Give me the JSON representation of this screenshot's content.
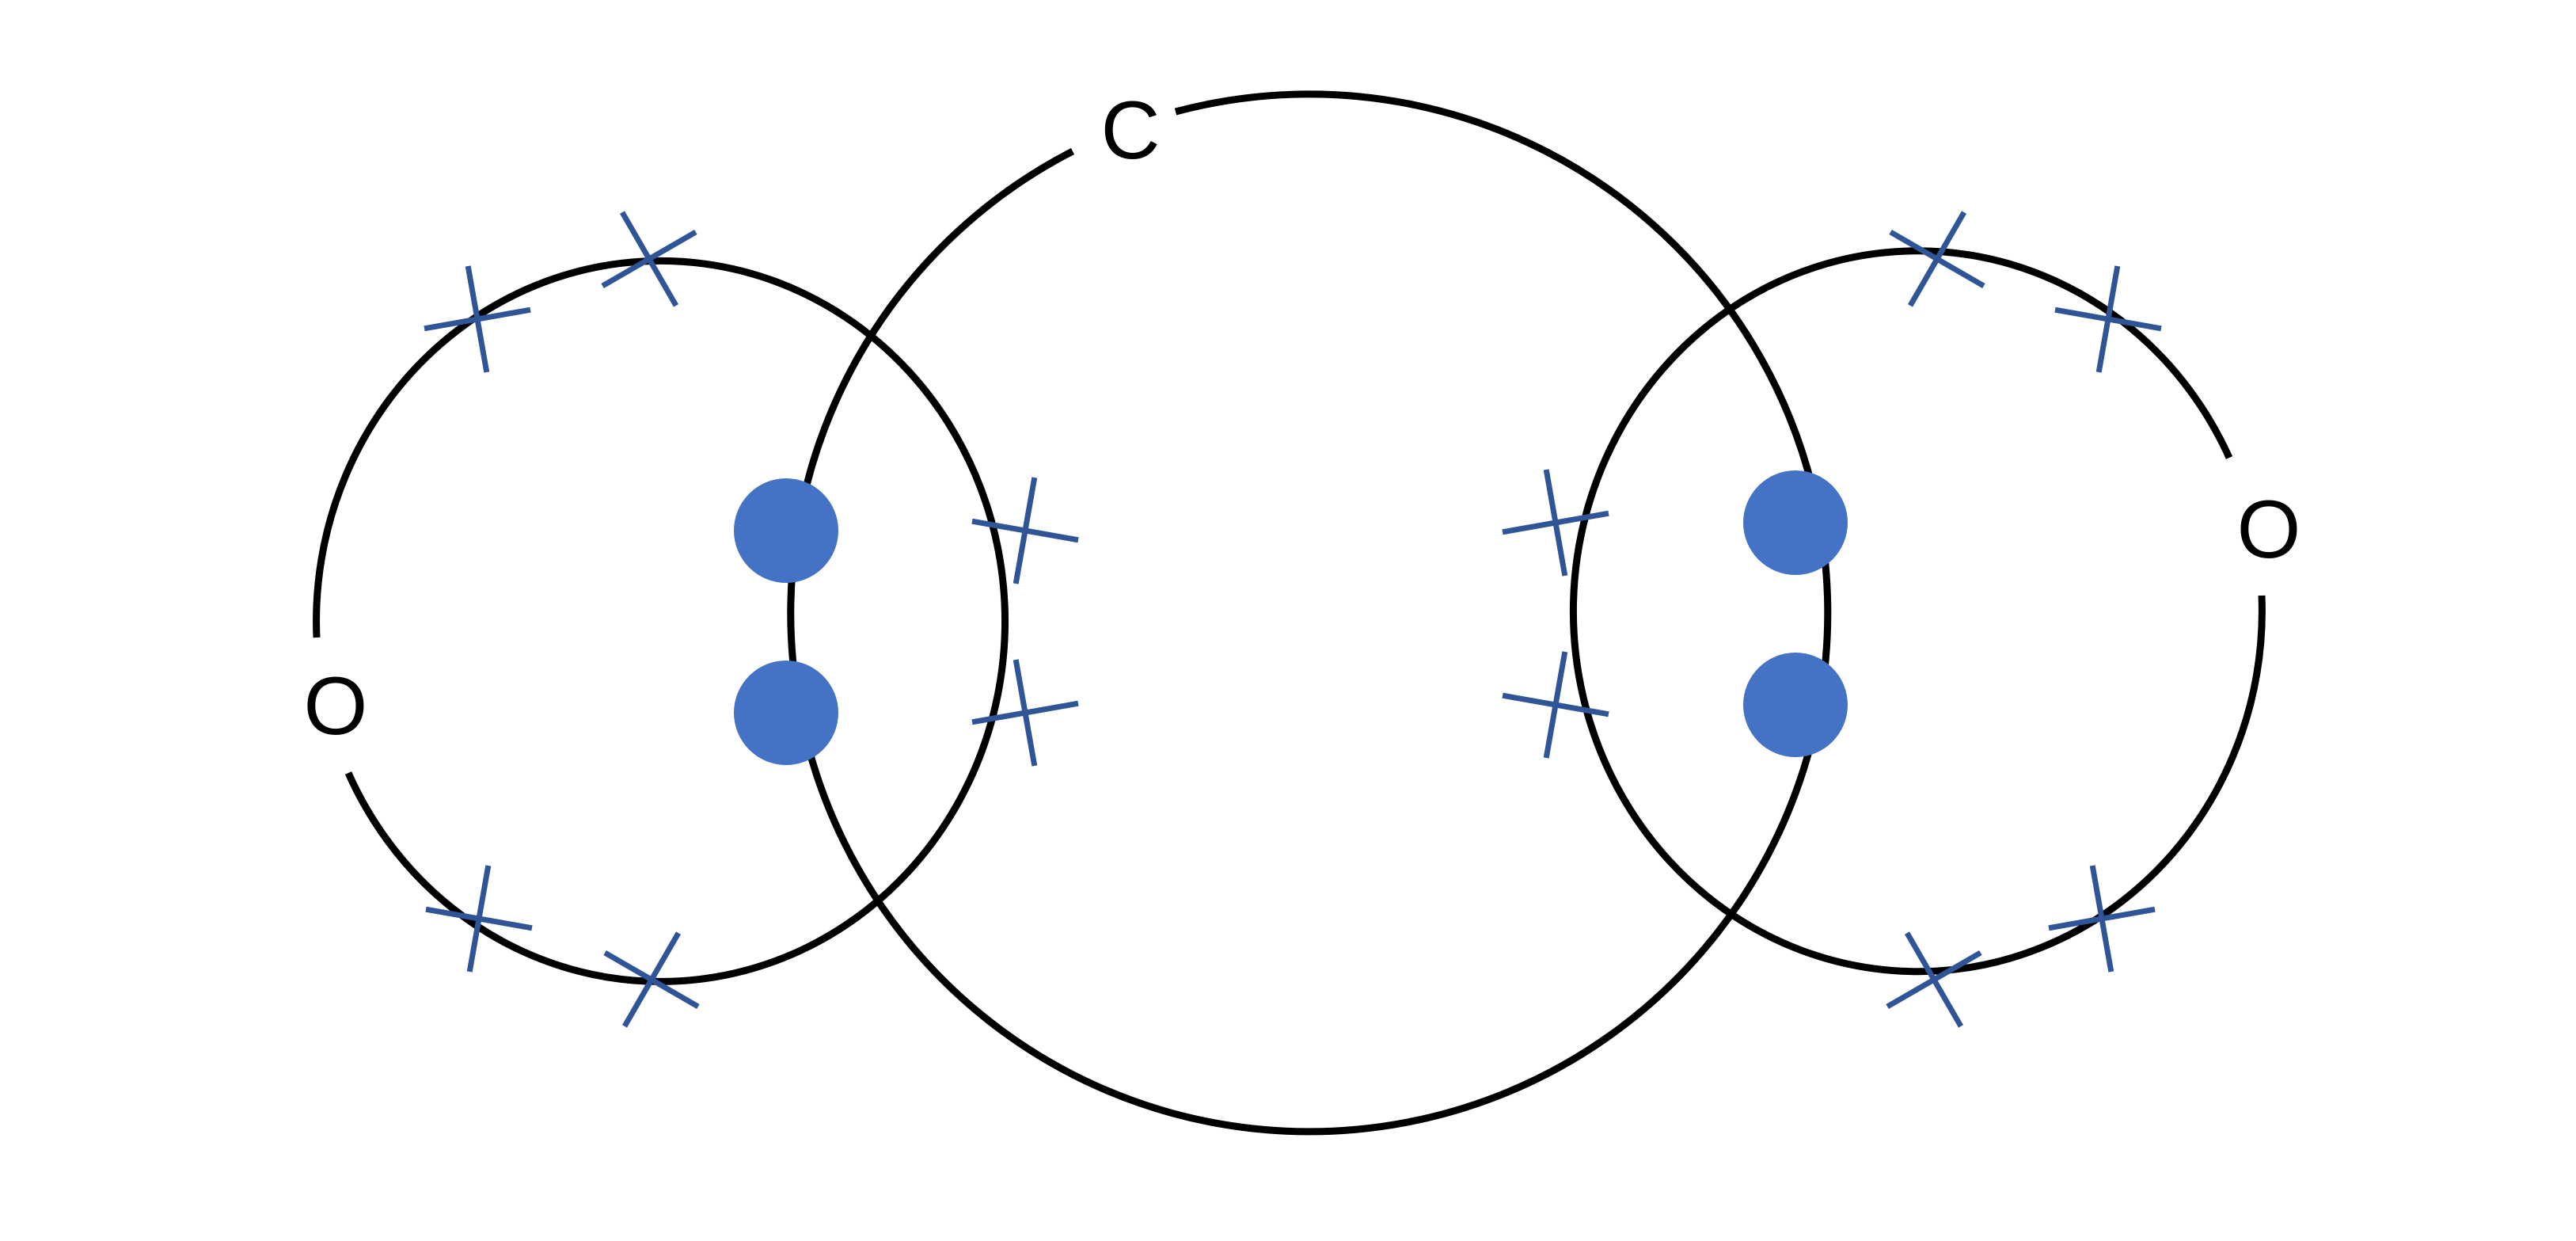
{
  "diagram": {
    "title": "",
    "atoms": [
      {
        "id": "carbon",
        "symbol": "C"
      },
      {
        "id": "oxygen-left",
        "symbol": "O"
      },
      {
        "id": "oxygen-right",
        "symbol": "O"
      }
    ],
    "electron_markers": {
      "carbon_shared": "dot",
      "oxygen": "cross"
    },
    "colors": {
      "shell": "#000000",
      "carbon_electron": "#4472C4",
      "oxygen_electron": "#2F5597",
      "background": "#FFFFFF"
    }
  }
}
